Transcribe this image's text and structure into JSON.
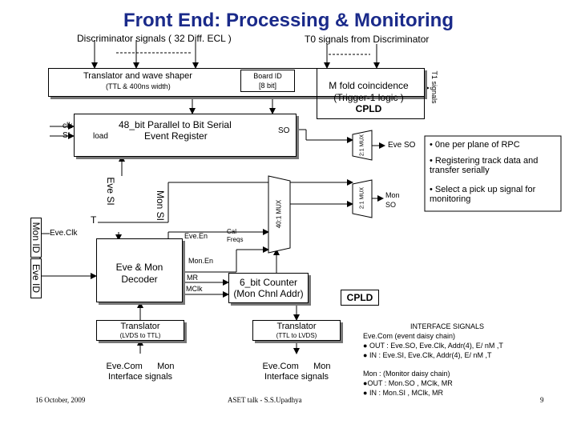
{
  "title": "Front End: Processing & Monitoring",
  "disc_signals": "Discriminator signals  ( 32 Diff.  ECL )",
  "t0_signals": "T0 signals from Discriminator",
  "shaper": {
    "line1": "Translator and wave shaper",
    "line2": "(TTL & 400ns width)"
  },
  "board_id": {
    "line1": "Board ID",
    "line2": "[8 bit]"
  },
  "cpld_top": {
    "line1": "M fold coincidence",
    "line2": "(Trigger-1 logic )",
    "line3": "CPLD"
  },
  "t1_signals": "T1 signals",
  "parallel_reg": {
    "line1": "48_bit Parallel to Bit Serial",
    "line2": "Event Register",
    "clk": "clk",
    "si": "SI",
    "load": "load",
    "so": "SO"
  },
  "mux_top": "2:1 MUX",
  "eve_so": "Eve SO",
  "mux_mid": "2:1 MUX",
  "mon_so": {
    "line1": "Mon",
    "line2": "SO"
  },
  "eve_si": "Eve SI",
  "mon_si": "Mon SI",
  "t_label": "T",
  "mon_id": "Mon ID",
  "eve_id": "Eve ID",
  "eve_clk": "Eve.Clk",
  "eve_en": "Eve.En",
  "cal_freqs": {
    "line1": "Cal",
    "line2": "Freqs"
  },
  "mux_401": "40:1 MUX",
  "decoder": {
    "line1": "Eve & Mon",
    "line2": "Decoder",
    "mon_en": "Mon.En",
    "mr": "MR",
    "mclk": "MClk"
  },
  "counter": {
    "line1": "6_bit Counter",
    "line2": "(Mon Chnl Addr)"
  },
  "cpld_bottom": "CPLD",
  "translator_left": {
    "line1": "Translator",
    "line2": "(LVDS to TTL)"
  },
  "translator_right": {
    "line1": "Translator",
    "line2": "(TTL to LVDS)"
  },
  "signals_left": {
    "line1": "Eve.Com      Mon",
    "line2": "Interface signals"
  },
  "signals_right": {
    "line1": "Eve.Com      Mon",
    "line2": "Interface signals"
  },
  "bullets": [
    "0ne per plane of RPC",
    "Registering track data and transfer serially",
    "Select a pick up signal for monitoring"
  ],
  "interface": {
    "heading": "INTERFACE  SIGNALS",
    "line1": "Eve.Com  (event daisy chain)",
    "line2": "OUT : Eve.SO, Eve.Clk, Addr(4), E/ nM ,T",
    "line3": "IN  : Eve.SI, Eve.Clk, Addr(4), E/ nM ,T",
    "line4": "Mon :  (Monitor daisy chain)",
    "line5": "OUT : Mon.SO , MClk, MR",
    "line6": "IN  : Mon.SI , MClk, MR"
  },
  "footer": {
    "date": "16 October, 2009",
    "talk": "ASET talk -  S.S.Upadhya",
    "page": "9"
  }
}
